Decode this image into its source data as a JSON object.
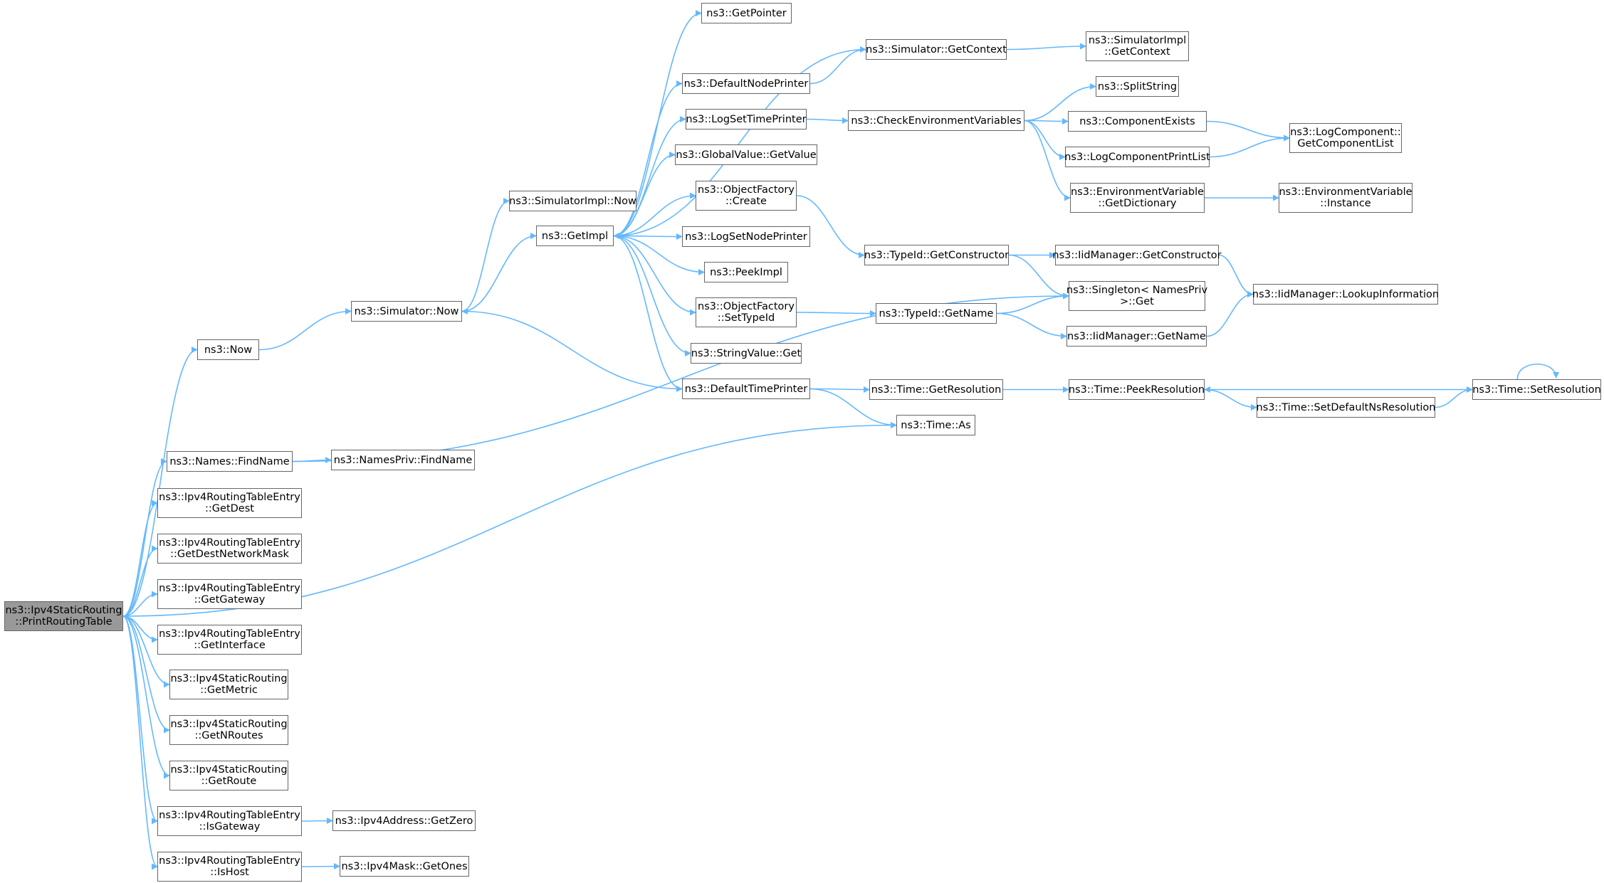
{
  "graph": {
    "edge_color": "#63b8ff",
    "root_fill": "#999999",
    "nodes": [
      {
        "id": "root",
        "lines": [
          "ns3::Ipv4StaticRouting",
          "::PrintRoutingTable"
        ],
        "root": true
      },
      {
        "id": "now",
        "lines": [
          "ns3::Now"
        ]
      },
      {
        "id": "findname",
        "lines": [
          "ns3::Names::FindName"
        ]
      },
      {
        "id": "getdest",
        "lines": [
          "ns3::Ipv4RoutingTableEntry",
          "::GetDest"
        ]
      },
      {
        "id": "getdestmask",
        "lines": [
          "ns3::Ipv4RoutingTableEntry",
          "::GetDestNetworkMask"
        ]
      },
      {
        "id": "getgateway",
        "lines": [
          "ns3::Ipv4RoutingTableEntry",
          "::GetGateway"
        ]
      },
      {
        "id": "getinterface",
        "lines": [
          "ns3::Ipv4RoutingTableEntry",
          "::GetInterface"
        ]
      },
      {
        "id": "getmetric",
        "lines": [
          "ns3::Ipv4StaticRouting",
          "::GetMetric"
        ]
      },
      {
        "id": "getnroutes",
        "lines": [
          "ns3::Ipv4StaticRouting",
          "::GetNRoutes"
        ]
      },
      {
        "id": "getroute",
        "lines": [
          "ns3::Ipv4StaticRouting",
          "::GetRoute"
        ]
      },
      {
        "id": "isgateway",
        "lines": [
          "ns3::Ipv4RoutingTableEntry",
          "::IsGateway"
        ]
      },
      {
        "id": "ishost",
        "lines": [
          "ns3::Ipv4RoutingTableEntry",
          "::IsHost"
        ]
      },
      {
        "id": "simnow",
        "lines": [
          "ns3::Simulator::Now"
        ]
      },
      {
        "id": "nameprivfind",
        "lines": [
          "ns3::NamesPriv::FindName"
        ]
      },
      {
        "id": "addrzero",
        "lines": [
          "ns3::Ipv4Address::GetZero"
        ]
      },
      {
        "id": "maskones",
        "lines": [
          "ns3::Ipv4Mask::GetOnes"
        ]
      },
      {
        "id": "simimplnow",
        "lines": [
          "ns3::SimulatorImpl::Now"
        ]
      },
      {
        "id": "getimpl",
        "lines": [
          "ns3::GetImpl"
        ]
      },
      {
        "id": "getpointer",
        "lines": [
          "ns3::GetPointer"
        ]
      },
      {
        "id": "defnodeprinter",
        "lines": [
          "ns3::DefaultNodePrinter"
        ]
      },
      {
        "id": "logsettime",
        "lines": [
          "ns3::LogSetTimePrinter"
        ]
      },
      {
        "id": "gvgetvalue",
        "lines": [
          "ns3::GlobalValue::GetValue"
        ]
      },
      {
        "id": "ofcreate",
        "lines": [
          "ns3::ObjectFactory",
          "::Create"
        ]
      },
      {
        "id": "logsetnode",
        "lines": [
          "ns3::LogSetNodePrinter"
        ]
      },
      {
        "id": "peekimpl",
        "lines": [
          "ns3::PeekImpl"
        ]
      },
      {
        "id": "ofsettypeid",
        "lines": [
          "ns3::ObjectFactory",
          "::SetTypeId"
        ]
      },
      {
        "id": "svget",
        "lines": [
          "ns3::StringValue::Get"
        ]
      },
      {
        "id": "deftimeprinter",
        "lines": [
          "ns3::DefaultTimePrinter"
        ]
      },
      {
        "id": "simgetcontext",
        "lines": [
          "ns3::Simulator::GetContext"
        ]
      },
      {
        "id": "checkenv",
        "lines": [
          "ns3::CheckEnvironmentVariables"
        ]
      },
      {
        "id": "tidgetctor",
        "lines": [
          "ns3::TypeId::GetConstructor"
        ]
      },
      {
        "id": "tidgetname",
        "lines": [
          "ns3::TypeId::GetName"
        ]
      },
      {
        "id": "timegetres",
        "lines": [
          "ns3::Time::GetResolution"
        ]
      },
      {
        "id": "timeas",
        "lines": [
          "ns3::Time::As"
        ]
      },
      {
        "id": "simimplctx",
        "lines": [
          "ns3::SimulatorImpl",
          "::GetContext"
        ]
      },
      {
        "id": "splitstring",
        "lines": [
          "ns3::SplitString"
        ]
      },
      {
        "id": "compexists",
        "lines": [
          "ns3::ComponentExists"
        ]
      },
      {
        "id": "logcompprint",
        "lines": [
          "ns3::LogComponentPrintList"
        ]
      },
      {
        "id": "envgetdict",
        "lines": [
          "ns3::EnvironmentVariable",
          "::GetDictionary"
        ]
      },
      {
        "id": "iidgetctor",
        "lines": [
          "ns3::IidManager::GetConstructor"
        ]
      },
      {
        "id": "singletonget",
        "lines": [
          "ns3::Singleton< NamesPriv",
          " >::Get"
        ]
      },
      {
        "id": "iidgetname",
        "lines": [
          "ns3::IidManager::GetName"
        ]
      },
      {
        "id": "timepeekres",
        "lines": [
          "ns3::Time::PeekResolution"
        ]
      },
      {
        "id": "timesetdef",
        "lines": [
          "ns3::Time::SetDefaultNsResolution"
        ]
      },
      {
        "id": "logcomplist",
        "lines": [
          "ns3::LogComponent::",
          "GetComponentList"
        ]
      },
      {
        "id": "envinstance",
        "lines": [
          "ns3::EnvironmentVariable",
          "::Instance"
        ]
      },
      {
        "id": "iidlookup",
        "lines": [
          "ns3::IidManager::LookupInformation"
        ]
      },
      {
        "id": "timesetres",
        "lines": [
          "ns3::Time::SetResolution"
        ]
      }
    ]
  }
}
